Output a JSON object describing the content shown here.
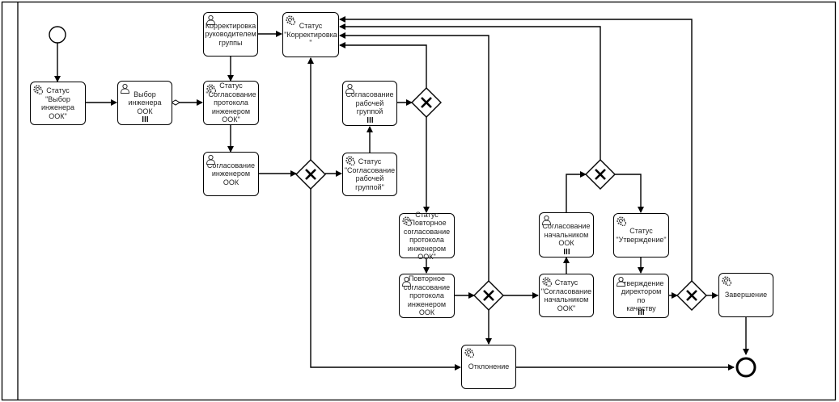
{
  "diagram": {
    "tasks": [
      {
        "id": "t1",
        "type": "service",
        "label": "Статус \"Выбор\nинженера ООК\"",
        "multi": false
      },
      {
        "id": "t2",
        "type": "user",
        "label": "Выбор\nинженера ООК",
        "multi": true
      },
      {
        "id": "t3",
        "type": "user",
        "label": "Корректировка\nруководителем\nгруппы",
        "multi": false
      },
      {
        "id": "t4",
        "type": "service",
        "label": "Статус\n\"Корректировка\n\"",
        "multi": false
      },
      {
        "id": "t5",
        "type": "service",
        "label": "Статус\n\"Согласование\nпротокола\nинженером\nООК\"",
        "multi": false
      },
      {
        "id": "t6",
        "type": "user",
        "label": "Согласование\nинженером\nООК",
        "multi": false
      },
      {
        "id": "t7",
        "type": "user",
        "label": "Согласование\nрабочей\nгруппой",
        "multi": true
      },
      {
        "id": "t8",
        "type": "service",
        "label": "Статус\n\"Согласование\nрабочей\nгруппой\"",
        "multi": false
      },
      {
        "id": "t9",
        "type": "service",
        "label": "Статус\n\"Повторное\nсогласование\nпротокола\nинженером\nООК\"",
        "multi": false
      },
      {
        "id": "t10",
        "type": "user",
        "label": "Повторное\nсогласование\nпротокола\nинженером\nООК",
        "multi": false
      },
      {
        "id": "t11",
        "type": "service",
        "label": "Отклонение",
        "multi": false
      },
      {
        "id": "t12",
        "type": "user",
        "label": "Согласование\nначальником\nООК",
        "multi": true
      },
      {
        "id": "t13",
        "type": "service",
        "label": "Статус\n\"Согласование\nначальником\nООК\"",
        "multi": false
      },
      {
        "id": "t14",
        "type": "service",
        "label": "Статус\n\"Утверждение\"",
        "multi": false
      },
      {
        "id": "t15",
        "type": "user",
        "label": "Утверждение\nдиректором по\nкачеству",
        "multi": true
      },
      {
        "id": "t16",
        "type": "service",
        "label": "Завершение",
        "multi": false
      }
    ],
    "gateways": [
      {
        "id": "g1",
        "type": "exclusive"
      },
      {
        "id": "g2",
        "type": "exclusive"
      },
      {
        "id": "g3",
        "type": "exclusive"
      },
      {
        "id": "g4",
        "type": "exclusive"
      },
      {
        "id": "g5",
        "type": "exclusive"
      }
    ],
    "events": [
      {
        "id": "start",
        "type": "start"
      },
      {
        "id": "end",
        "type": "end"
      }
    ],
    "flows": [
      {
        "from": "start",
        "to": "t1"
      },
      {
        "from": "t1",
        "to": "t2"
      },
      {
        "from": "t2",
        "to": "t5"
      },
      {
        "from": "t3",
        "to": "t4"
      },
      {
        "from": "t3",
        "to": "t5"
      },
      {
        "from": "t5",
        "to": "t6"
      },
      {
        "from": "t6",
        "to": "g1"
      },
      {
        "from": "g1",
        "to": "t4"
      },
      {
        "from": "g1",
        "to": "t8"
      },
      {
        "from": "g1",
        "to": "t11"
      },
      {
        "from": "t8",
        "to": "t7"
      },
      {
        "from": "t7",
        "to": "g2"
      },
      {
        "from": "g2",
        "to": "t4"
      },
      {
        "from": "g2",
        "to": "t9"
      },
      {
        "from": "t9",
        "to": "t10"
      },
      {
        "from": "t10",
        "to": "g3"
      },
      {
        "from": "g3",
        "to": "t4"
      },
      {
        "from": "g3",
        "to": "t11"
      },
      {
        "from": "g3",
        "to": "t13"
      },
      {
        "from": "t13",
        "to": "t12"
      },
      {
        "from": "t12",
        "to": "g4"
      },
      {
        "from": "g4",
        "to": "t4"
      },
      {
        "from": "g4",
        "to": "t14"
      },
      {
        "from": "t14",
        "to": "t15"
      },
      {
        "from": "t15",
        "to": "g5"
      },
      {
        "from": "g5",
        "to": "t4"
      },
      {
        "from": "g5",
        "to": "t16"
      },
      {
        "from": "t16",
        "to": "end"
      },
      {
        "from": "t11",
        "to": "end"
      }
    ]
  }
}
